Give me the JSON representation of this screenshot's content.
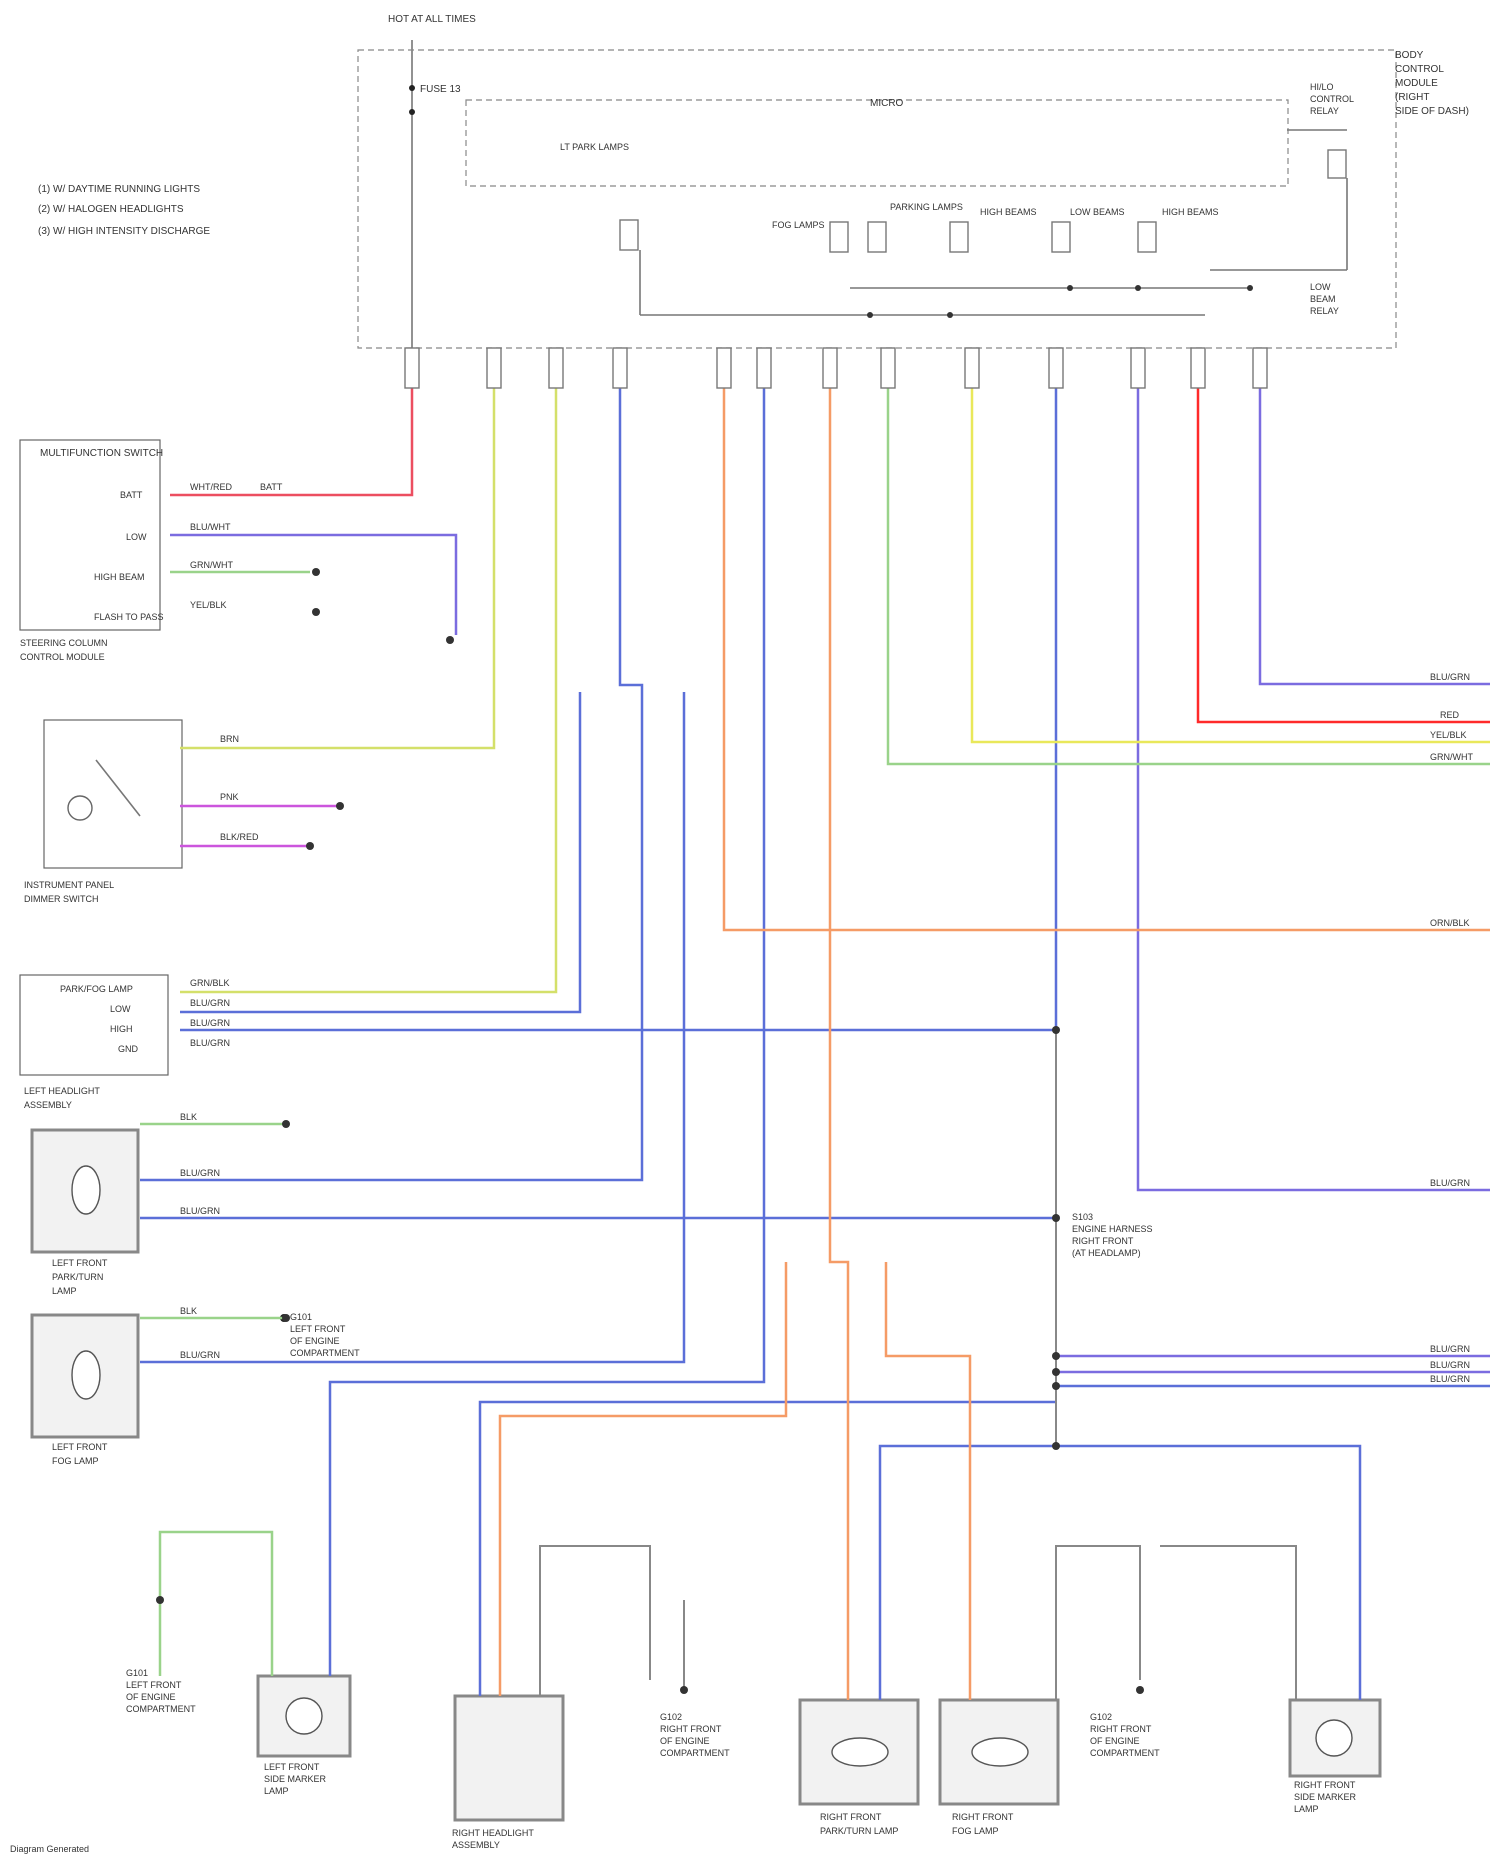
{
  "legend": {
    "items": [
      "(1) W/ DAYTIME RUNNING LIGHTS",
      "(2) W/ HALOGEN HEADLIGHTS",
      "(3) W/ HIGH INTENSITY DISCHARGE"
    ]
  },
  "components": {
    "hot_at_all_times": "HOT AT ALL TIMES",
    "fuse": "FUSE 13",
    "bcm": [
      "BODY",
      "CONTROL",
      "MODULE",
      "(RIGHT",
      "SIDE OF DASH)"
    ],
    "micro": "MICRO",
    "multifunction_switch": "MULTIFUNCTION SWITCH",
    "steering_column": [
      "STEERING COLUMN",
      "CONTROL MODULE"
    ],
    "instrument_panel": [
      "INSTRUMENT PANEL",
      "DIMMER SWITCH"
    ],
    "left_headlight": [
      "LEFT HEADLIGHT",
      "ASSEMBLY"
    ],
    "left_front_parking_lamp": [
      "LEFT FRONT",
      "PARK/TURN",
      "LAMP"
    ],
    "left_front_fog_lamp": [
      "LEFT FRONT",
      "FOG LAMP"
    ],
    "left_front_side_marker": [
      "LEFT FRONT",
      "SIDE MARKER",
      "LAMP"
    ],
    "right_headlight": [
      "RIGHT HEADLIGHT",
      "ASSEMBLY"
    ],
    "right_front_parking_lamp": [
      "RIGHT FRONT",
      "PARK/TURN LAMP"
    ],
    "right_front_fog_lamp": [
      "RIGHT FRONT",
      "FOG LAMP"
    ],
    "right_front_side_marker": [
      "RIGHT FRONT",
      "SIDE MARKER",
      "LAMP"
    ],
    "ground_left": [
      "G101",
      "LEFT FRONT",
      "OF ENGINE",
      "COMPARTMENT"
    ],
    "ground_right": [
      "G102",
      "RIGHT FRONT",
      "OF ENGINE",
      "COMPARTMENT"
    ],
    "ground_left2": [
      "G101",
      "LEFT FRONT",
      "OF ENGINE",
      "COMPARTMENT"
    ],
    "ground_right2": [
      "G102",
      "RIGHT FRONT",
      "OF ENGINE",
      "COMPARTMENT"
    ],
    "splice_headlamp": [
      "S103",
      "ENGINE HARNESS",
      "RIGHT FRONT",
      "(AT HEADLAMP)"
    ],
    "driver_module_relay": [
      "HI/LO",
      "CONTROL",
      "RELAY"
    ],
    "low_beam_relay": [
      "LOW",
      "BEAM",
      "RELAY"
    ]
  },
  "switch_labels": {
    "multifunction": [
      "BATT",
      "LOW",
      "HIGH BEAM",
      "FLASH TO PASS"
    ],
    "headlight_ports": [
      "PARK/FOG LAMP",
      "LOW",
      "HIGH",
      "GND"
    ]
  },
  "relay_labels": [
    "LT PARK LAMPS",
    "FOG LAMPS",
    "PARKING LAMPS",
    "HIGH BEAMS",
    "LOW BEAMS",
    "HIGH BEAMS"
  ],
  "wire_colors": {
    "pink": "#ec4e60",
    "red": "#ff2a2a",
    "yellow_green": "#d4e06a",
    "yellow": "#e9e85a",
    "blue": "#5b6fd8",
    "violet": "#7b6ce0",
    "orange": "#f59b66",
    "pale_green": "#9ad38a",
    "magenta": "#cc55dd",
    "gray": "#888888"
  },
  "wire_labels": {
    "batt": "BATT",
    "grn_wht": "GRN/WHT",
    "blu_wht": "BLU/WHT",
    "yel_blk": "YEL/BLK",
    "blk_red": "BLK/RED",
    "wht_red": "WHT/RED",
    "red": "RED",
    "blu_grn": "BLU/GRN",
    "orn_blk": "ORN/BLK",
    "grn_blk": "GRN/BLK",
    "blk": "BLK",
    "pnk": "PNK",
    "brn": "BRN"
  },
  "footer": "Diagram Generated"
}
